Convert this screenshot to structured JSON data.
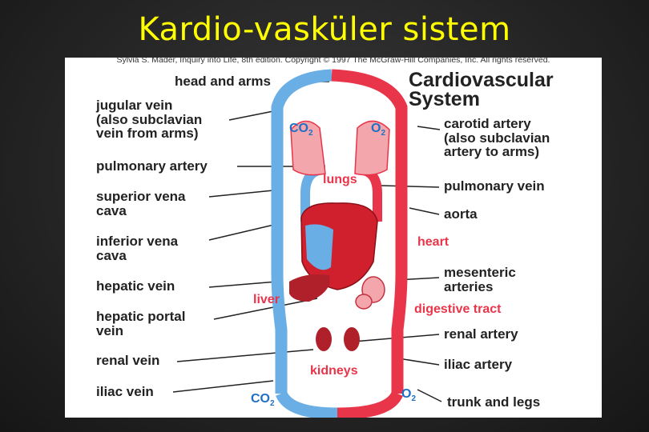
{
  "slide": {
    "title": "Kardio-vasküler sistem"
  },
  "figure": {
    "credit": "Sylvia S. Mader, Inquiry into Life, 8th edition. Copyright © 1997 The McGraw-Hill Companies, Inc. All rights reserved.",
    "title": "Cardiovascular\nSystem",
    "left_labels": [
      "head and arms",
      "jugular vein\n(also subclavian\nvein from arms)",
      "pulmonary artery",
      "superior vena\ncava",
      "inferior vena\ncava",
      "hepatic vein",
      "hepatic portal\nvein",
      "renal vein",
      "iliac vein"
    ],
    "right_labels": [
      "carotid artery\n(also subclavian\nartery to arms)",
      "pulmonary vein",
      "aorta",
      "mesenteric\narteries",
      "renal artery",
      "iliac artery",
      "trunk and legs"
    ],
    "organ_labels": {
      "lungs": "lungs",
      "heart": "heart",
      "liver": "liver",
      "digestive": "digestive tract",
      "kidneys": "kidneys"
    },
    "gases": {
      "co2_base": "CO",
      "co2_sub": "2",
      "o2_base": "O",
      "o2_sub": "2"
    },
    "colors": {
      "vein_blue": "#6aaee6",
      "artery_red": "#e8354a",
      "heart_red": "#d0202e",
      "liver": "#b0202a",
      "lungs_fill": "#f3a6ab",
      "title_yellow": "#ffff00"
    }
  }
}
